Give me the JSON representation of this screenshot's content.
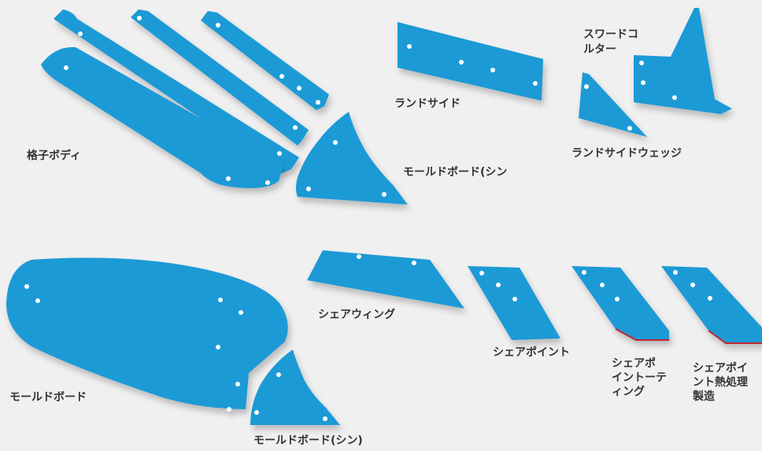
{
  "colors": {
    "background": "#f0f0f0",
    "part": "#1f9ad6",
    "hole": "#ffffff",
    "edge": "#c0262d",
    "label": "#333333"
  },
  "labels": {
    "lattice_body": "格子ボディ",
    "moldboard_shin_top": "モールドボード(シン",
    "landside": "ランドサイド",
    "sword_coulter_line1": "スワードコ",
    "sword_coulter_line2": "ルター",
    "landside_wedge": "ランドサイドウェッジ",
    "moldboard": "モールドボード",
    "moldboard_shin_bottom": "モールドボード(シン)",
    "share_wing": "シェアウィング",
    "share_point": "シェアポイント",
    "share_point_toeting_line1": "シェアポ",
    "share_point_toeting_line2": "イントーテ",
    "share_point_toeting_line3": "ィング",
    "share_point_heat_line1": "シェアポイ",
    "share_point_heat_line2": "ント熱処理",
    "share_point_heat_line3": "製造"
  }
}
